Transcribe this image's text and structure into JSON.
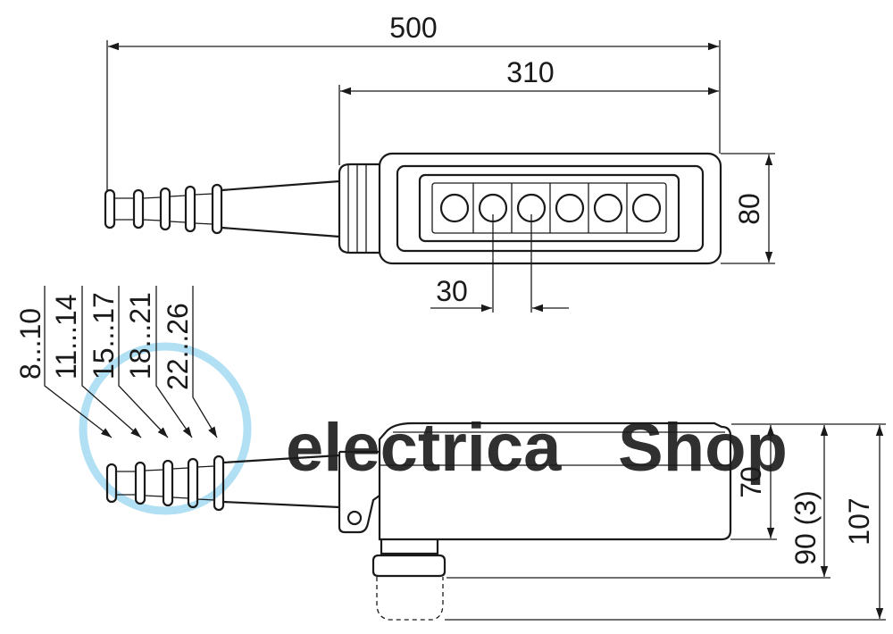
{
  "watermark": {
    "part1": "electrica",
    "part2": "Shop",
    "color_primary": "#a9dcf2",
    "color_secondary": "#b9bdc2"
  },
  "top_view": {
    "overall_length": "500",
    "housing_length": "310",
    "height": "80",
    "button_pitch": "30",
    "button_count": 6
  },
  "side_view": {
    "cable_ranges": [
      "8...10",
      "11...14",
      "15...17",
      "18...21",
      "22...26"
    ],
    "body_height": "70",
    "height_with_bracket": "90 (3)",
    "total_height": "107"
  },
  "colors": {
    "line": "#1a1a1a"
  }
}
